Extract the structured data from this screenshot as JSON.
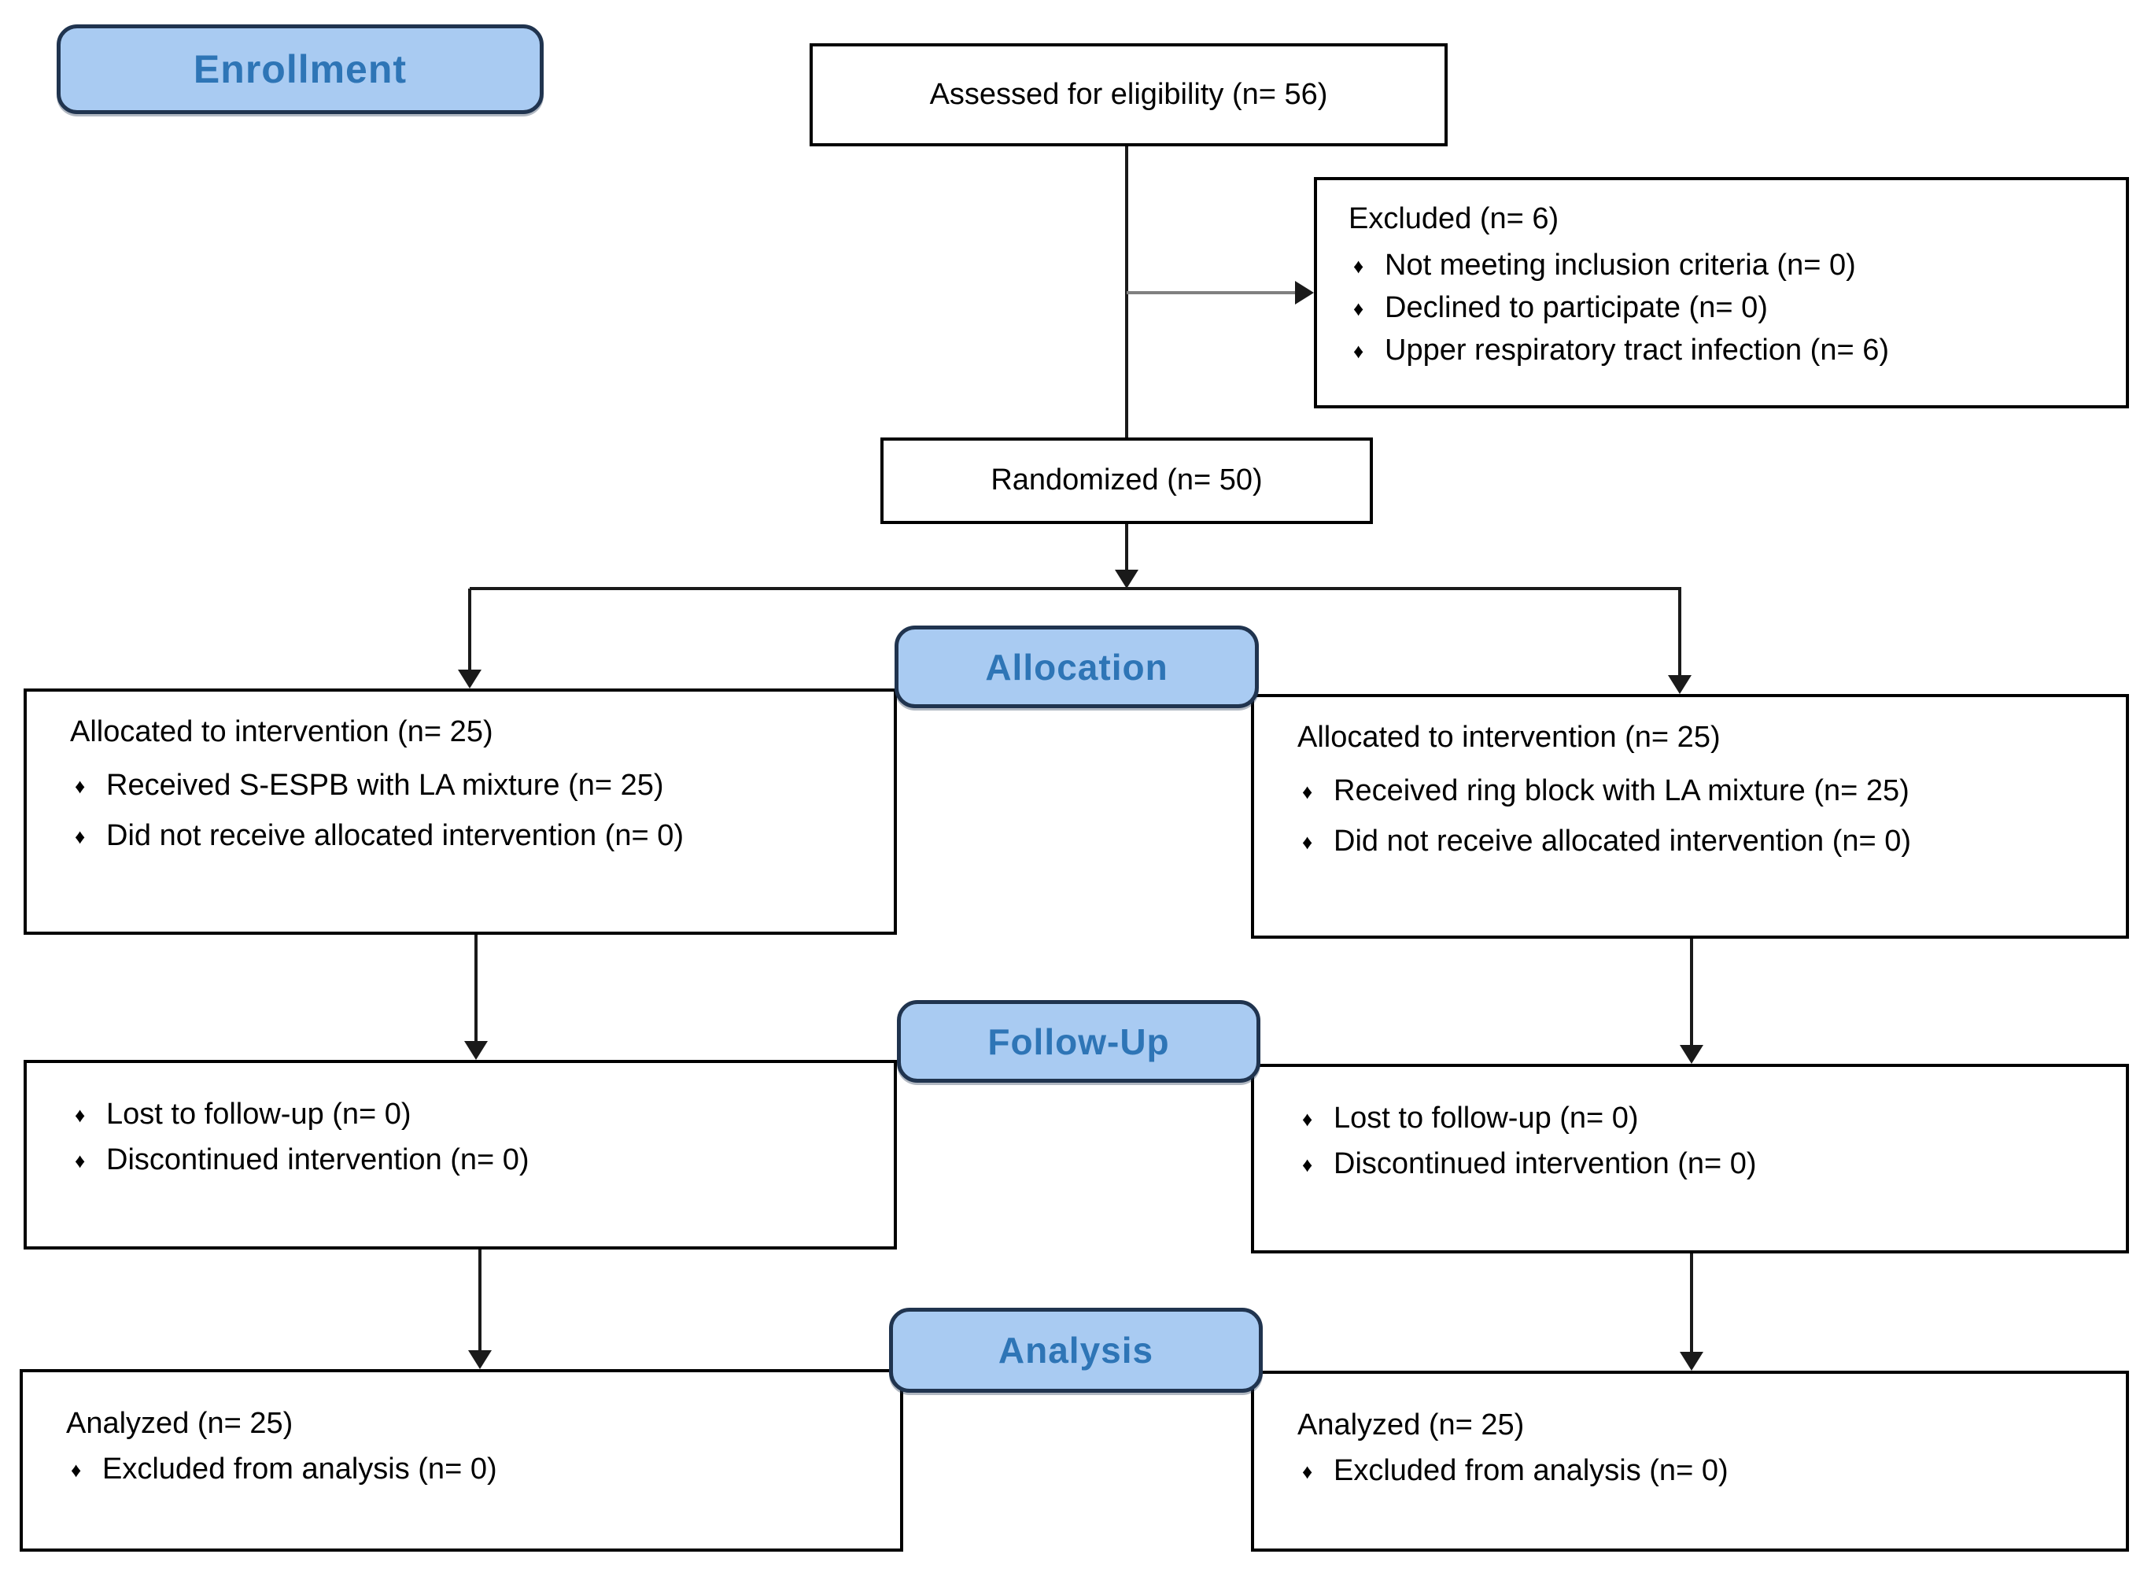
{
  "stages": {
    "enrollment": "Enrollment",
    "allocation": "Allocation",
    "followup": "Follow-Up",
    "analysis": "Analysis"
  },
  "icons": {
    "bullet": "♦"
  },
  "colors": {
    "stage_fill": "#A9CBF2",
    "stage_border": "#20344F",
    "stage_text": "#2E75B6",
    "box_border": "#000000",
    "connector": "#1a1a1a",
    "excluded_connector": "#808080",
    "background": "#ffffff"
  },
  "boxes": {
    "assessed": {
      "text": "Assessed for eligibility (n= 56)"
    },
    "excluded": {
      "title": "Excluded (n= 6)",
      "items": [
        "Not meeting inclusion criteria (n= 0)",
        "Declined to participate (n= 0)",
        "Upper respiratory tract infection (n= 6)"
      ]
    },
    "randomized": {
      "text": "Randomized (n= 50)"
    },
    "allocation_left": {
      "title": "Allocated to intervention (n= 25)",
      "items": [
        "Received S-ESPB with LA mixture (n= 25)",
        "Did not receive allocated intervention (n= 0)"
      ]
    },
    "allocation_right": {
      "title": "Allocated to intervention (n= 25)",
      "items": [
        "Received ring block with LA mixture (n= 25)",
        "Did not receive allocated intervention (n= 0)"
      ]
    },
    "followup_left": {
      "items": [
        "Lost to follow-up (n= 0)",
        "Discontinued intervention (n= 0)"
      ]
    },
    "followup_right": {
      "items": [
        "Lost to follow-up (n= 0)",
        "Discontinued intervention (n= 0)"
      ]
    },
    "analysis_left": {
      "title": "Analyzed (n= 25)",
      "items": [
        "Excluded from analysis (n= 0)"
      ]
    },
    "analysis_right": {
      "title": "Analyzed (n= 25)",
      "items": [
        "Excluded from analysis (n= 0)"
      ]
    }
  }
}
